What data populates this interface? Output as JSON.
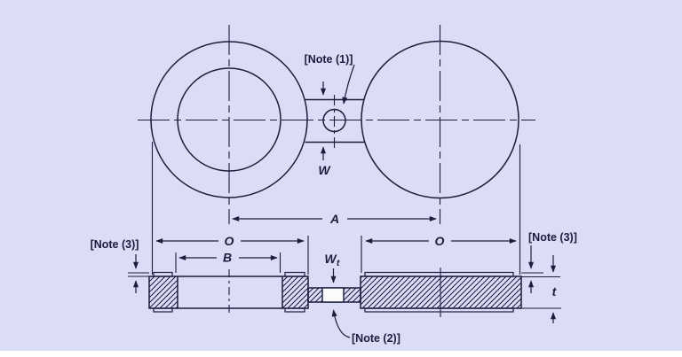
{
  "diagram": {
    "description": "spectacle-blind-flange-engineering-drawing",
    "labels": {
      "note1": "[Note (1)]",
      "note2": "[Note (2)]",
      "note3_left": "[Note (3)]",
      "note3_right": "[Note (3)]",
      "dim_w": "W",
      "dim_a": "A",
      "dim_o_left": "O",
      "dim_o_right": "O",
      "dim_b": "B",
      "dim_wt_main": "W",
      "dim_wt_sub": "t",
      "dim_t": "t"
    },
    "colors": {
      "background": "#dbdcf6",
      "line": "#1c1c3c",
      "fill_white": "#fbfbfe"
    }
  }
}
